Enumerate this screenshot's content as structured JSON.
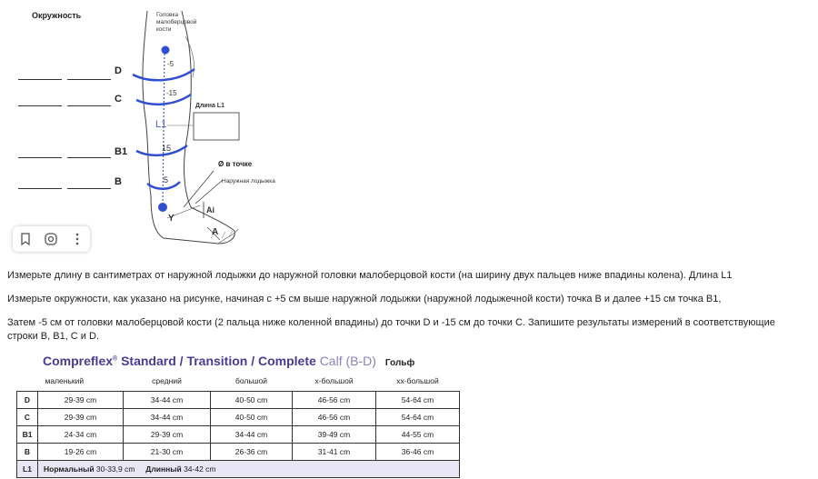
{
  "diagram": {
    "title": "Окружность",
    "rows": [
      "D",
      "C",
      "B1",
      "B"
    ],
    "head_label": "Головка малоберцовой кости",
    "marks": [
      "-5",
      "-15",
      "L1",
      "15",
      "5",
      "Y",
      "A"
    ],
    "length_label": "Длина L1",
    "point_label": "Ø в точке",
    "ankle_label": "Наружная лодыжка",
    "ai_label": "Ai"
  },
  "toolbar": {
    "bookmark_icon": "bookmark-icon",
    "lens_icon": "lens-search-icon",
    "more_icon": "more-vertical-icon"
  },
  "text": {
    "p1": "Измерьте длину в сантиметрах от наружной лодыжки до наружной головки малоберцовой кости (на ширину двух пальцев ниже впадины колена). Длина L1",
    "p2": "Измерьте окружности, как указано на рисунке, начиная с +5 см выше наружной лодыжки (наружной лодыжечной кости) точка B и далее +15 см точка B1,",
    "p3a": " Затем -5 см от головки малоберцовой кости (2 пальца ниже коленной впадины) до точки D и -15 см до точки C. Запишите результаты измерений в соответствующие",
    "p3b": "строки B, B1, C и D."
  },
  "product": {
    "brand": "Compreflex",
    "reg": "®",
    "line": " Standard / Transition / Complete ",
    "calf": "Calf (B-D)",
    "golf": "Гольф"
  },
  "table": {
    "headers": [
      "маленький",
      "средний",
      "большой",
      "x-большой",
      "xx-большой"
    ],
    "rows": [
      {
        "label": "D",
        "values": [
          "29-39 cm",
          "34-44 cm",
          "40-50 cm",
          "46-56 cm",
          "54-64 cm"
        ]
      },
      {
        "label": "C",
        "values": [
          "29-39 cm",
          "34-44 cm",
          "40-50 cm",
          "46-56 cm",
          "54-64 cm"
        ]
      },
      {
        "label": "B1",
        "values": [
          "24-34 cm",
          "29-39 cm",
          "34-44 cm",
          "39-49 cm",
          "44-55 cm"
        ]
      },
      {
        "label": "B",
        "values": [
          "19-26 cm",
          "21-30 cm",
          "26-36 cm",
          "31-41 cm",
          "36-46 cm"
        ]
      }
    ],
    "l1": {
      "label": "L1",
      "normal_label": "Нормальный",
      "normal_value": " 30-33,9 cm",
      "long_label": "Длинный",
      "long_value": " 34-42 cm"
    }
  }
}
